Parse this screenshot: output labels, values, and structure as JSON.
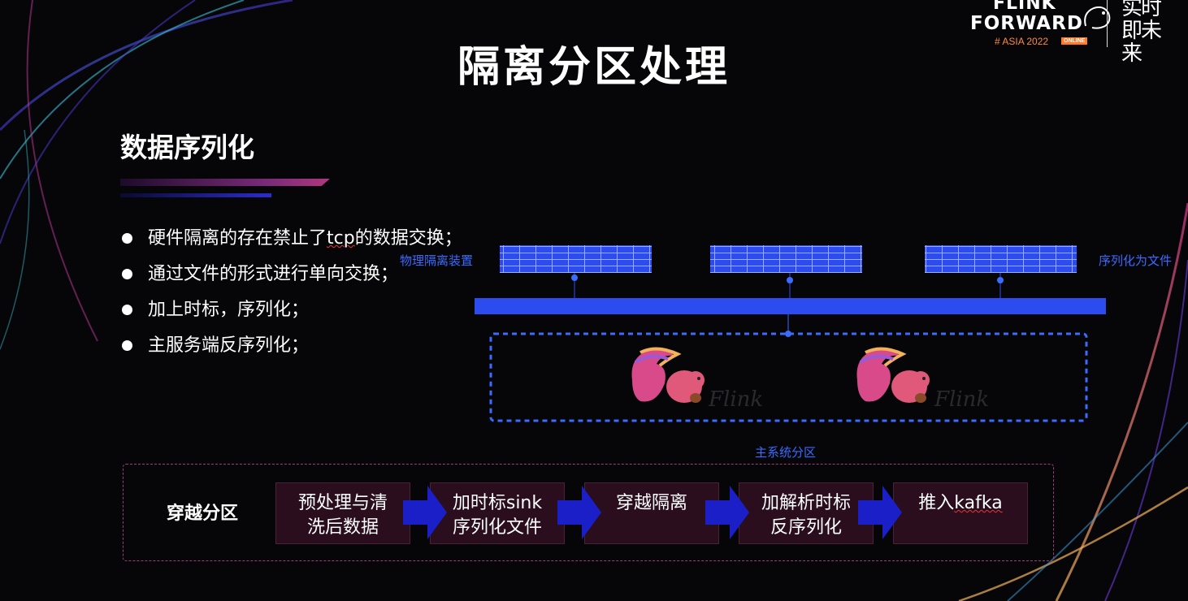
{
  "logo": {
    "line1": "FLINK",
    "line2": "FORWARD",
    "edition": "# ASIA 2022",
    "badge": "ONLINE",
    "slogan": "实时即未来"
  },
  "title": "隔离分区处理",
  "subtitle": "数据序列化",
  "bullets": [
    {
      "prefix": "硬件隔离的存在禁止了",
      "underlined": "tcp",
      "suffix": "的数据交换；"
    },
    {
      "text": "通过文件的形式进行单向交换；"
    },
    {
      "text": "加上时标，序列化；"
    },
    {
      "text": "主服务端反序列化；"
    }
  ],
  "diagram": {
    "left_label": "物理隔离装置",
    "right_label": "序列化为文件",
    "bottom_label": "主系统分区",
    "squirrel_word": "Flink",
    "accent_color": "#2d4cf0"
  },
  "flow": {
    "label": "穿越分区",
    "steps": [
      {
        "line1": "预处理与清",
        "line2": "洗后数据"
      },
      {
        "line1": "加时标sink",
        "line2": "序列化文件"
      },
      {
        "line1": "穿越隔离",
        "line2": ""
      },
      {
        "line1": "加解析时标",
        "line2": "反序列化"
      },
      {
        "line1": "推入",
        "underlined": "kafka",
        "line2": ""
      }
    ],
    "border_color": "#a03a7c",
    "arrow_color": "#1a1fc8"
  }
}
